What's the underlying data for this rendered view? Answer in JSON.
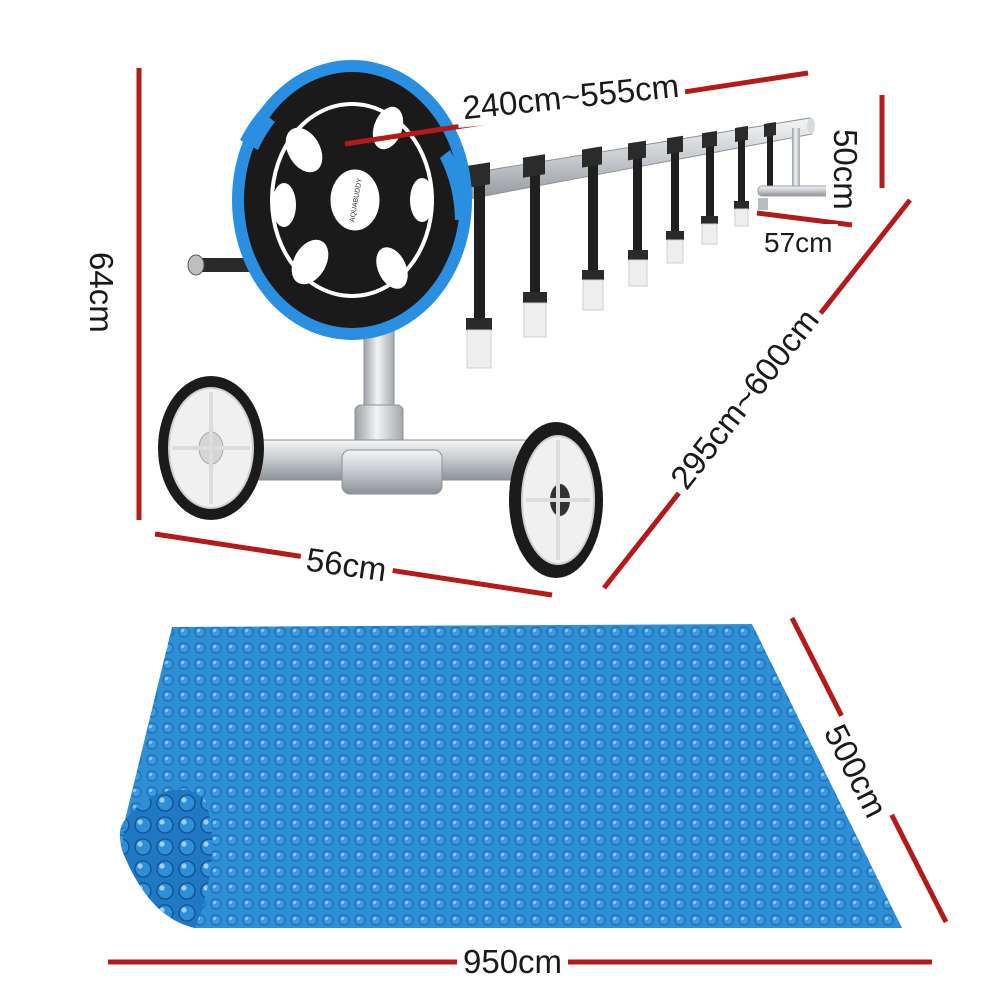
{
  "colors": {
    "dimension_line": "#b51a1a",
    "cover_blue": "#2f8fd6",
    "cover_dark": "#1f6fb5",
    "wheel_black": "#1b1b1b",
    "accent_blue": "#2a8fe0",
    "aluminium": "#c9ccd0"
  },
  "brand_mark": "AQUABUDDY",
  "dimensions": {
    "rod_length": "240cm~555cm",
    "end_height": "50cm",
    "end_width": "57cm",
    "reel_height": "64cm",
    "cover_span": "295cm~600cm",
    "base_width": "56cm",
    "cover_width": "500cm",
    "cover_length": "950cm"
  }
}
